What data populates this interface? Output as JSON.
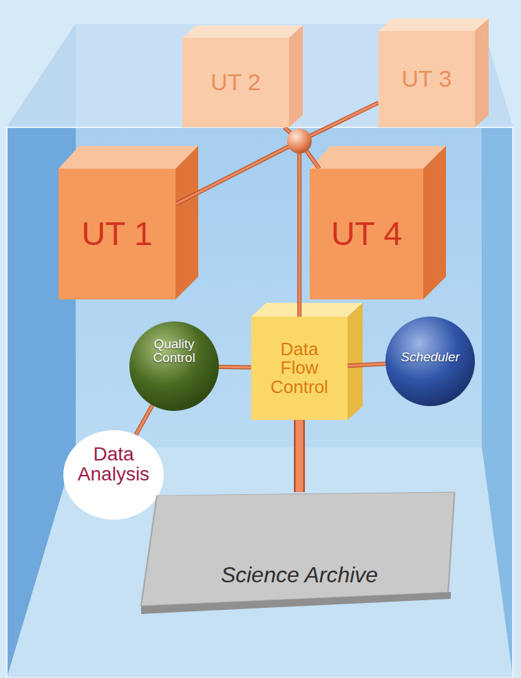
{
  "diagram": {
    "nodes": [
      {
        "text": [
          "UT 2"
        ]
      },
      {
        "text": [
          "UT 3"
        ]
      },
      {
        "text": [
          "UT 1"
        ]
      },
      {
        "text": [
          "UT 4"
        ]
      },
      {
        "text": [
          "Quality Control"
        ]
      },
      {
        "text": [
          "Data Flow Control"
        ]
      },
      {
        "text": [
          "Scheduler"
        ]
      },
      {
        "text": [
          "Data Analysis"
        ]
      },
      {
        "text": [
          "Science Archive"
        ]
      }
    ],
    "edges": [
      {
        "from": 0,
        "to": 5,
        "arrow": "none"
      },
      {
        "from": 1,
        "to": 5,
        "arrow": "none"
      },
      {
        "from": 2,
        "to": 5,
        "arrow": "none"
      },
      {
        "from": 3,
        "to": 5,
        "arrow": "none"
      },
      {
        "from": 4,
        "to": 5,
        "arrow": "none"
      },
      {
        "from": 5,
        "to": 6,
        "arrow": "none"
      },
      {
        "from": 4,
        "to": 7,
        "arrow": "none"
      },
      {
        "from": 5,
        "to": 8,
        "arrow": "none"
      }
    ]
  }
}
